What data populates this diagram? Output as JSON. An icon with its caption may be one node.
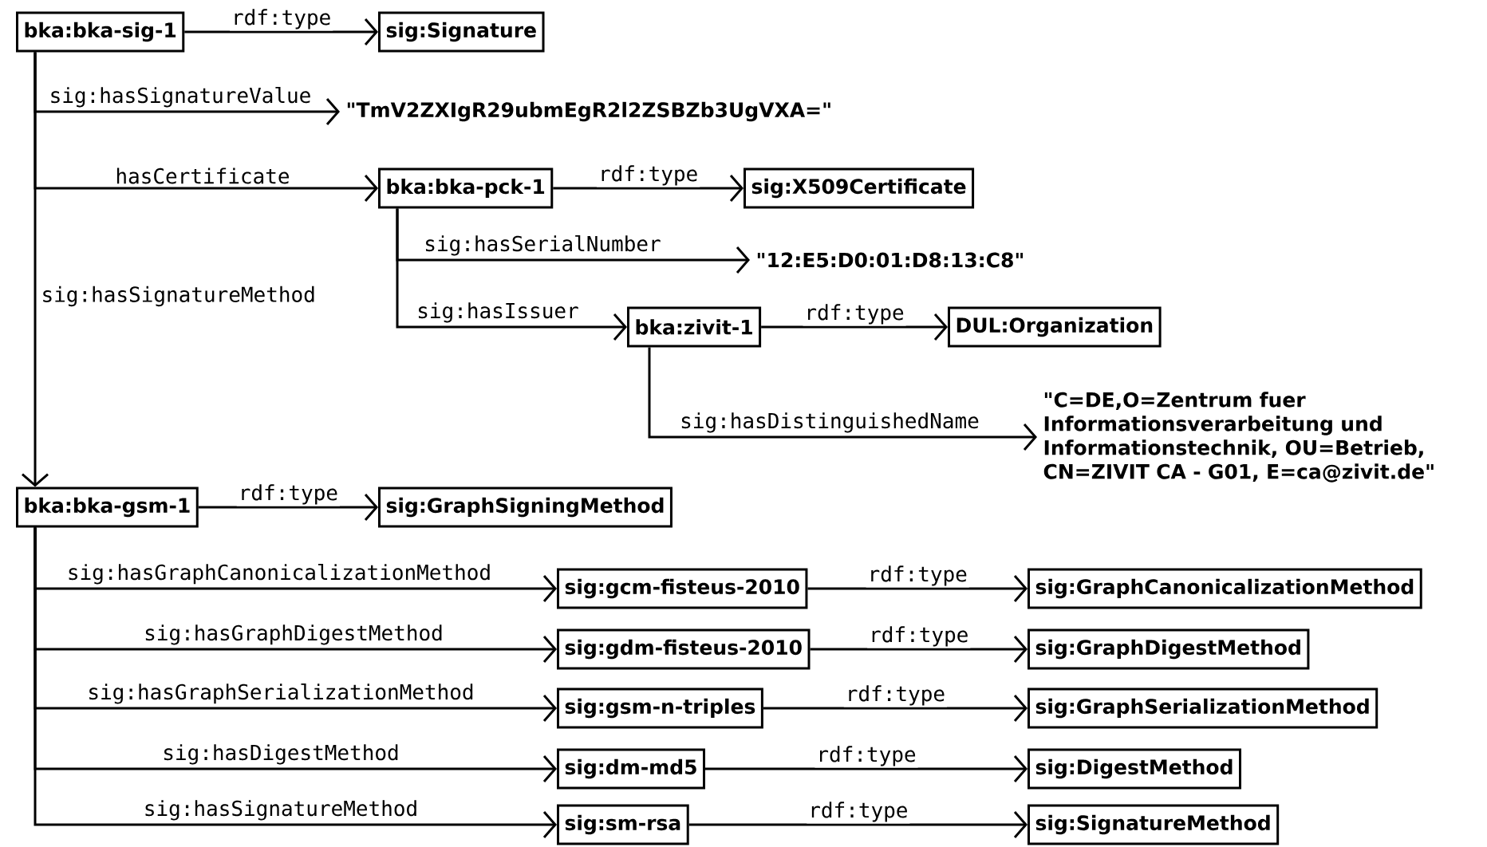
{
  "diagram": {
    "nodes": [
      {
        "text": [
          "bka:bka-sig-1"
        ]
      },
      {
        "text": [
          "sig:Signature"
        ]
      },
      {
        "text": [
          "\"TmV2ZXIgR29ubmEgR2l2ZSBZb3UgVXA=\""
        ]
      },
      {
        "text": [
          "bka:bka-pck-1"
        ]
      },
      {
        "text": [
          "sig:X509Certificate"
        ]
      },
      {
        "text": [
          "\"12:E5:D0:01:D8:13:C8\""
        ]
      },
      {
        "text": [
          "bka:zivit-1"
        ]
      },
      {
        "text": [
          "DUL:Organization"
        ]
      },
      {
        "text": [
          "\"C=DE,O=Zentrum fuer Informationsverarbeitung und Informationstechnik, OU=Betrieb, CN=ZIVIT CA - G01, E=ca@zivit.de\""
        ]
      },
      {
        "text": [
          "bka:bka-gsm-1"
        ]
      },
      {
        "text": [
          "sig:GraphSigningMethod"
        ]
      },
      {
        "text": [
          "sig:gcm-fisteus-2010"
        ]
      },
      {
        "text": [
          "sig:GraphCanonicalizationMethod"
        ]
      },
      {
        "text": [
          "sig:gdm-fisteus-2010"
        ]
      },
      {
        "text": [
          "sig:GraphDigestMethod"
        ]
      },
      {
        "text": [
          "sig:gsm-n-triples"
        ]
      },
      {
        "text": [
          "sig:GraphSerializationMethod"
        ]
      },
      {
        "text": [
          "sig:dm-md5"
        ]
      },
      {
        "text": [
          "sig:DigestMethod"
        ]
      },
      {
        "text": [
          "sig:sm-rsa"
        ]
      },
      {
        "text": [
          "sig:SignatureMethod"
        ]
      }
    ],
    "edges": [
      {
        "from": 0,
        "to": 1,
        "arrow": "to",
        "label": "rdf:type"
      },
      {
        "from": 0,
        "to": 2,
        "arrow": "to",
        "label": "sig:hasSignatureValue"
      },
      {
        "from": 0,
        "to": 3,
        "arrow": "to",
        "label": "hasCertificate"
      },
      {
        "from": 0,
        "to": 9,
        "arrow": "to",
        "label": "sig:hasSignatureMethod"
      },
      {
        "from": 3,
        "to": 4,
        "arrow": "to",
        "label": "rdf:type"
      },
      {
        "from": 3,
        "to": 5,
        "arrow": "to",
        "label": "sig:hasSerialNumber"
      },
      {
        "from": 3,
        "to": 6,
        "arrow": "to",
        "label": "sig:hasIssuer"
      },
      {
        "from": 6,
        "to": 7,
        "arrow": "to",
        "label": "rdf:type"
      },
      {
        "from": 6,
        "to": 8,
        "arrow": "to",
        "label": "sig:hasDistinguishedName"
      },
      {
        "from": 9,
        "to": 10,
        "arrow": "to",
        "label": "rdf:type"
      },
      {
        "from": 9,
        "to": 11,
        "arrow": "to",
        "label": "sig:hasGraphCanonicalizationMethod"
      },
      {
        "from": 9,
        "to": 13,
        "arrow": "to",
        "label": "sig:hasGraphDigestMethod"
      },
      {
        "from": 9,
        "to": 15,
        "arrow": "to",
        "label": "sig:hasGraphSerializationMethod"
      },
      {
        "from": 9,
        "to": 17,
        "arrow": "to",
        "label": "sig:hasDigestMethod"
      },
      {
        "from": 9,
        "to": 19,
        "arrow": "to",
        "label": "sig:hasSignatureMethod"
      },
      {
        "from": 11,
        "to": 12,
        "arrow": "to",
        "label": "rdf:type"
      },
      {
        "from": 13,
        "to": 14,
        "arrow": "to",
        "label": "rdf:type"
      },
      {
        "from": 15,
        "to": 16,
        "arrow": "to",
        "label": "rdf:type"
      },
      {
        "from": 17,
        "to": 18,
        "arrow": "to",
        "label": "rdf:type"
      },
      {
        "from": 19,
        "to": 20,
        "arrow": "to",
        "label": "rdf:type"
      }
    ]
  }
}
